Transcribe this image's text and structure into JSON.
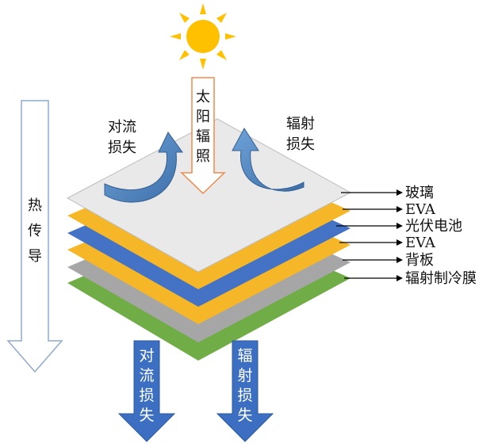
{
  "title": "",
  "left_arrow": {
    "chars": [
      "热",
      "传",
      "导"
    ]
  },
  "sun_arrow": {
    "chars": [
      "太",
      "阳",
      "辐",
      "照"
    ]
  },
  "top_left_label": {
    "lines": [
      "对流",
      "损失"
    ]
  },
  "top_right_label": {
    "lines": [
      "辐射",
      "损失"
    ]
  },
  "bottom_left_arrow": {
    "chars": [
      "对",
      "流",
      "损",
      "失"
    ]
  },
  "bottom_right_arrow": {
    "chars": [
      "辐",
      "射",
      "损",
      "失"
    ]
  },
  "layers": [
    {
      "label": "玻璃",
      "color": "#e9e9e9"
    },
    {
      "label": "EVA",
      "color": "#f5b727"
    },
    {
      "label": "光伏电池",
      "color": "#4472c4"
    },
    {
      "label": "EVA",
      "color": "#f5b727"
    },
    {
      "label": "背板",
      "color": "#a6a6a6"
    },
    {
      "label": "辐射制冷膜",
      "color": "#70ad47"
    }
  ],
  "colors": {
    "sun": "#ffc000",
    "curved_arrow": "#4a86c5",
    "down_arrow": "#3c6fc2",
    "sun_arrow_stroke": "#f08a4b",
    "outline_arrow_stroke": "#8fa9cf"
  }
}
